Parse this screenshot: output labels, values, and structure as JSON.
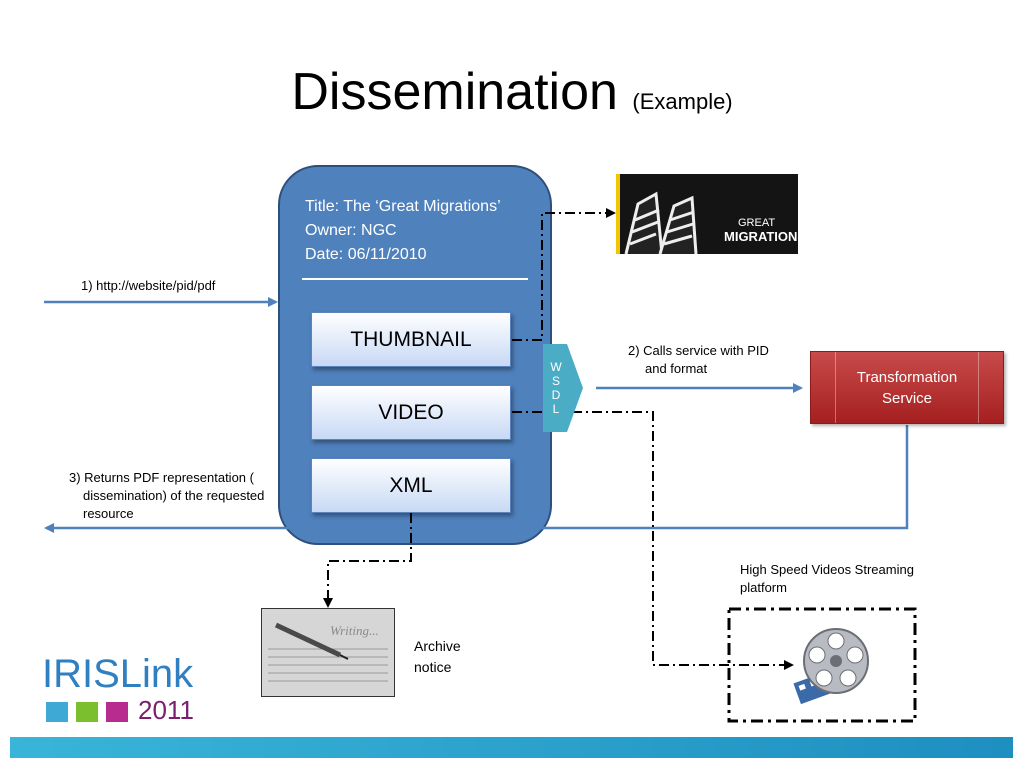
{
  "title": {
    "main": "Dissemination",
    "sub": "(Example)"
  },
  "object": {
    "title_line": "Title: The ‘Great Migrations’",
    "owner_line": "Owner: NGC",
    "date_line": "Date: 06/11/2010",
    "datastreams": [
      "THUMBNAIL",
      "VIDEO",
      "XML"
    ]
  },
  "wsdl": {
    "letters": [
      "W",
      "S",
      "D",
      "L"
    ]
  },
  "transformation": {
    "line1": "Transformation",
    "line2": "Service"
  },
  "labels": {
    "request": "1) http://website/pid/pdf",
    "calls_1": "2) Calls service with PID",
    "calls_2": "and format",
    "returns_1": "3) Returns PDF representation (",
    "returns_2": "dissemination) of the requested",
    "returns_3": "resource",
    "streaming_1": "High Speed Videos Streaming",
    "streaming_2": "platform",
    "archive_1": "Archive",
    "archive_2": "notice"
  },
  "images": {
    "ngc_line1": "GREAT",
    "ngc_line2": "MIGRATIONS",
    "archive_script": "Writing..."
  },
  "logo": {
    "name": "IRISLink",
    "year": "2011"
  },
  "colors": {
    "object_fill": "#4f81bd",
    "arrow_blue": "#4f81bd",
    "wsdl_teal": "#4bacc6",
    "service_red": "#c0392b"
  }
}
